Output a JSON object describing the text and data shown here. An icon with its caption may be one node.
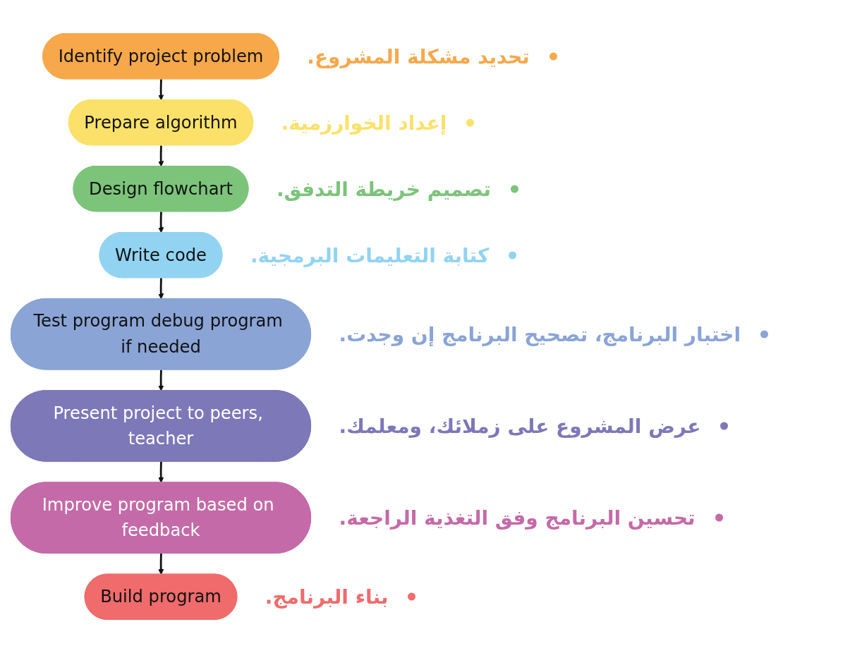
{
  "diagram": {
    "nodes": [
      {
        "text": [
          "Identify project problem"
        ],
        "beside": [
          "تحديد مشكلة المشروع."
        ]
      },
      {
        "text": [
          "Prepare algorithm"
        ],
        "beside": [
          "إعداد الخوارزمية."
        ]
      },
      {
        "text": [
          "Design flowchart"
        ],
        "beside": [
          "تصميم خريطة التدفق."
        ]
      },
      {
        "text": [
          "Write code"
        ],
        "beside": [
          "كتابة التعليمات البرمجية."
        ]
      },
      {
        "text": [
          "Test program debug program if needed"
        ],
        "beside": [
          "اختبار البرنامج، تصحيح البرنامج إن وجدت."
        ]
      },
      {
        "text": [
          "Present project to peers, teacher"
        ],
        "beside": [
          "عرض المشروع على زملائك، ومعلمك."
        ]
      },
      {
        "text": [
          "Improve program based on feedback"
        ],
        "beside": [
          "تحسين البرنامج وفق التغذية الراجعة."
        ]
      },
      {
        "text": [
          "Build program"
        ],
        "beside": [
          "بناء البرنامج."
        ]
      }
    ],
    "edges": [
      {
        "from": 0,
        "to": 1,
        "arrow": "to"
      },
      {
        "from": 1,
        "to": 2,
        "arrow": "to"
      },
      {
        "from": 2,
        "to": 3,
        "arrow": "to"
      },
      {
        "from": 3,
        "to": 4,
        "arrow": "to"
      },
      {
        "from": 4,
        "to": 5,
        "arrow": "to"
      },
      {
        "from": 5,
        "to": 6,
        "arrow": "to"
      },
      {
        "from": 6,
        "to": 7,
        "arrow": "to"
      }
    ]
  }
}
